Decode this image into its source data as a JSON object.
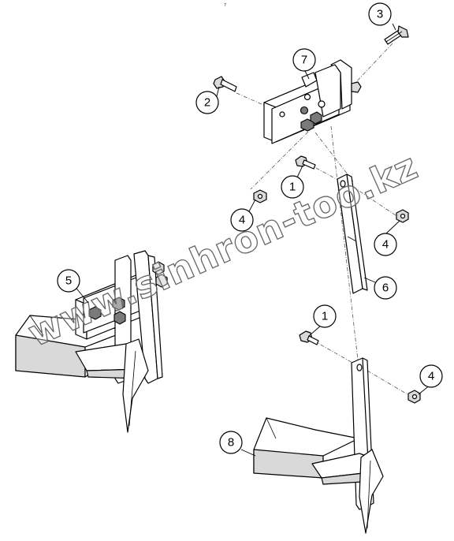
{
  "header_mark": "7",
  "callouts": [
    {
      "id": "c3",
      "label": "3"
    },
    {
      "id": "c7",
      "label": "7"
    },
    {
      "id": "c2",
      "label": "2"
    },
    {
      "id": "c1a",
      "label": "1"
    },
    {
      "id": "c4a",
      "label": "4"
    },
    {
      "id": "c4b",
      "label": "4"
    },
    {
      "id": "c5",
      "label": "5"
    },
    {
      "id": "c6",
      "label": "6"
    },
    {
      "id": "c1b",
      "label": "1"
    },
    {
      "id": "c4c",
      "label": "4"
    },
    {
      "id": "c8",
      "label": "8"
    }
  ],
  "watermark": "www.sinhron-too.kz",
  "colors": {
    "line": "#000000",
    "shade": "#d9d9d9",
    "watermark_outline": "#666666"
  }
}
